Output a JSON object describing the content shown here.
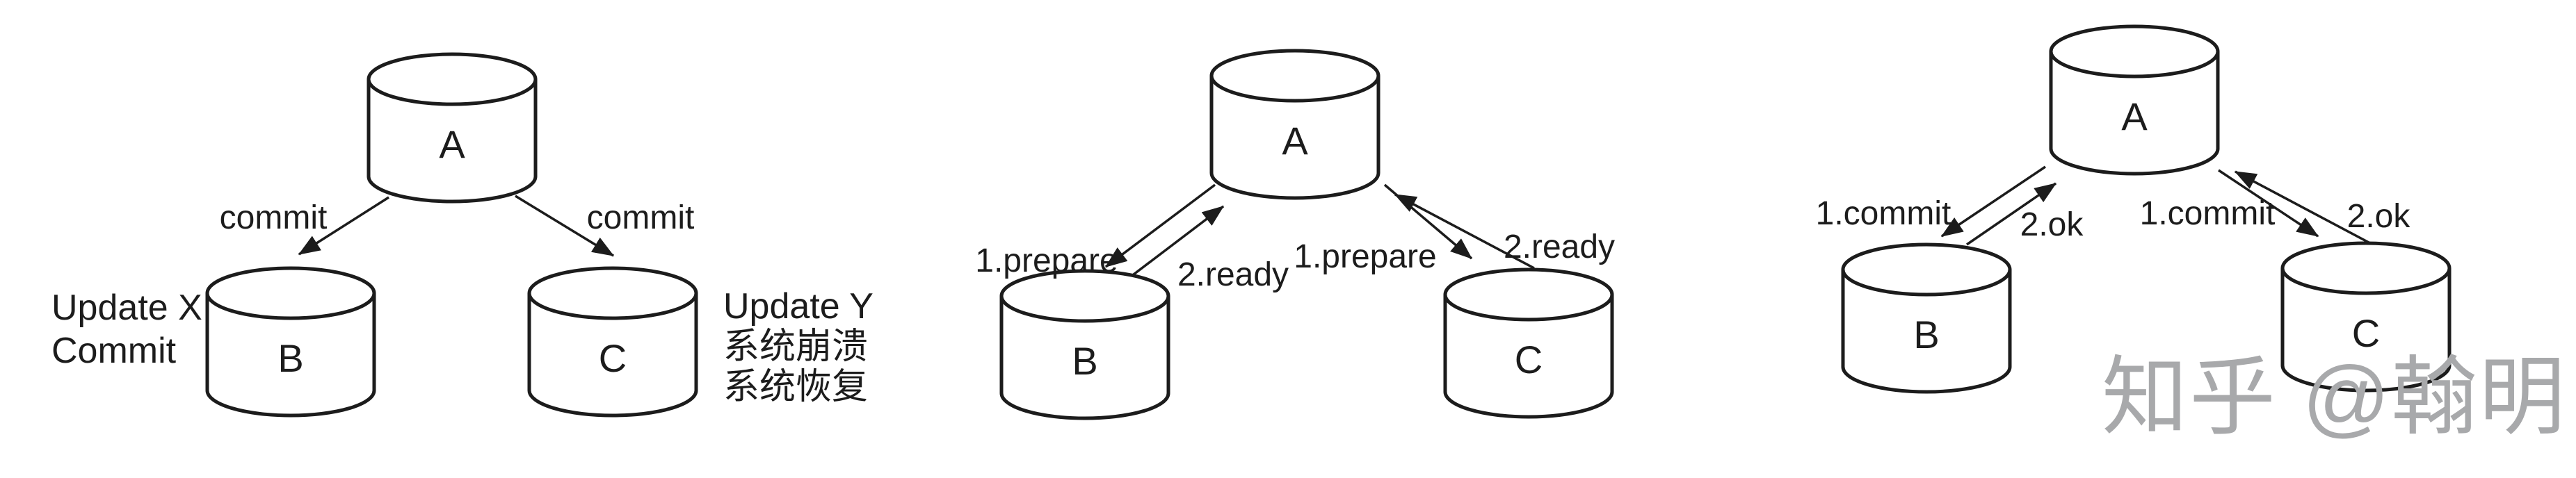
{
  "colors": {
    "ink": "#1c1c1c",
    "background": "#ffffff",
    "watermark": "#a8a9ab"
  },
  "watermark": {
    "text": "知乎 @翰明"
  },
  "diagrams": [
    {
      "name": "single-commit",
      "nodes": {
        "a": "A",
        "b": "B",
        "c": "C"
      },
      "edges": {
        "a_to_b": "commit",
        "a_to_c": "commit"
      },
      "notes": {
        "b_side": [
          "Update X",
          "Commit"
        ],
        "c_side": [
          "Update Y",
          "系统崩溃",
          "系统恢复"
        ]
      }
    },
    {
      "name": "prepare-phase",
      "nodes": {
        "a": "A",
        "b": "B",
        "c": "C"
      },
      "edges": {
        "a_to_b": "1.prepare",
        "b_to_a": "2.ready",
        "a_to_c": "1.prepare",
        "c_to_a": "2.ready"
      }
    },
    {
      "name": "commit-phase",
      "nodes": {
        "a": "A",
        "b": "B",
        "c": "C"
      },
      "edges": {
        "a_to_b": "1.commit",
        "b_to_a": "2.ok",
        "a_to_c": "1.commit",
        "c_to_a": "2.ok"
      }
    }
  ]
}
